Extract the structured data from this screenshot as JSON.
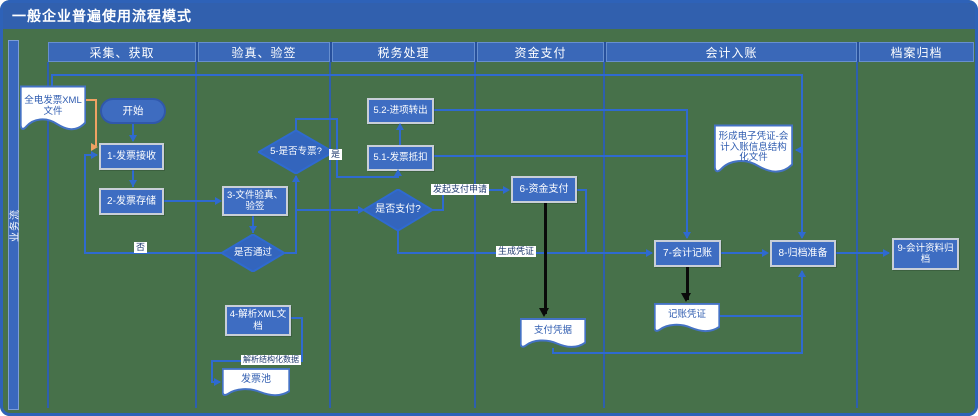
{
  "title": "一般企业普遍使用流程模式",
  "row_header": "业务流",
  "lanes": [
    "采集、获取",
    "验真、验签",
    "税务处理",
    "资金支付",
    "会计入账",
    "档案归档"
  ],
  "nodes": {
    "doc_xml": "全电发票XML 文件",
    "start": "开始",
    "n1": "1-发票接收",
    "n2": "2-发票存储",
    "n3": "3-文件验真、验签",
    "d_pass": "是否通过",
    "n4": "4-解析XML文档",
    "doc_pool": "发票池",
    "d_special": "5-是否专票?",
    "n52": "5.2-进项转出",
    "n51": "5.1-发票抵扣",
    "d_pay": "是否支付?",
    "n6": "6-资金支付",
    "doc_payslip": "支付凭据",
    "doc_evoucher": "形成电子凭证-会计入账信息结构化文件",
    "n7": "7-会计记账",
    "doc_voucher": "记账凭证",
    "n8": "8-归档准备",
    "n9": "9-会计资料归档"
  },
  "edge_labels": {
    "yes": "是",
    "no": "否",
    "pay_request": "发起支付申请",
    "gen_voucher": "生成凭证",
    "parse_struct": "解析结构化数据"
  },
  "colors": {
    "background": "#47714a",
    "frame": "#2e62b8",
    "header": "#3a68b8",
    "node_fill": "#3e6dc2",
    "diamond_fill": "#3365bd",
    "connector": "#2f6ad0",
    "orange_connector": "#f0a263",
    "black_connector": "#0a0a0a",
    "doc_text": "#2f5cb0"
  }
}
